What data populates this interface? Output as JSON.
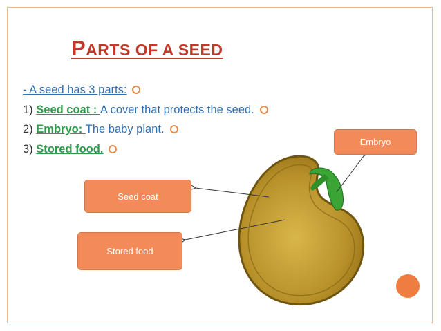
{
  "slide": {
    "title_first_letter": "P",
    "title_rest": "ARTS OF A SEED",
    "intro": "- A seed has 3 parts:",
    "items": [
      {
        "num": "1) ",
        "term": "Seed coat : ",
        "desc": "A cover that protects the seed."
      },
      {
        "num": "2) ",
        "term": "Embryo: ",
        "desc": "The baby plant."
      },
      {
        "num": "3) ",
        "term": "Stored food.",
        "desc": ""
      }
    ]
  },
  "diagram": {
    "labels": {
      "embryo": "Embryo",
      "seed_coat": "Seed coat",
      "stored_food": "Stored food"
    }
  },
  "colors": {
    "title": "#c0392b",
    "body_text": "#2f6fb4",
    "term_text": "#2e9a4a",
    "label_box": "#f28a5a",
    "bullet": "#e58a4b",
    "accent_dot": "#ee7d3f"
  }
}
